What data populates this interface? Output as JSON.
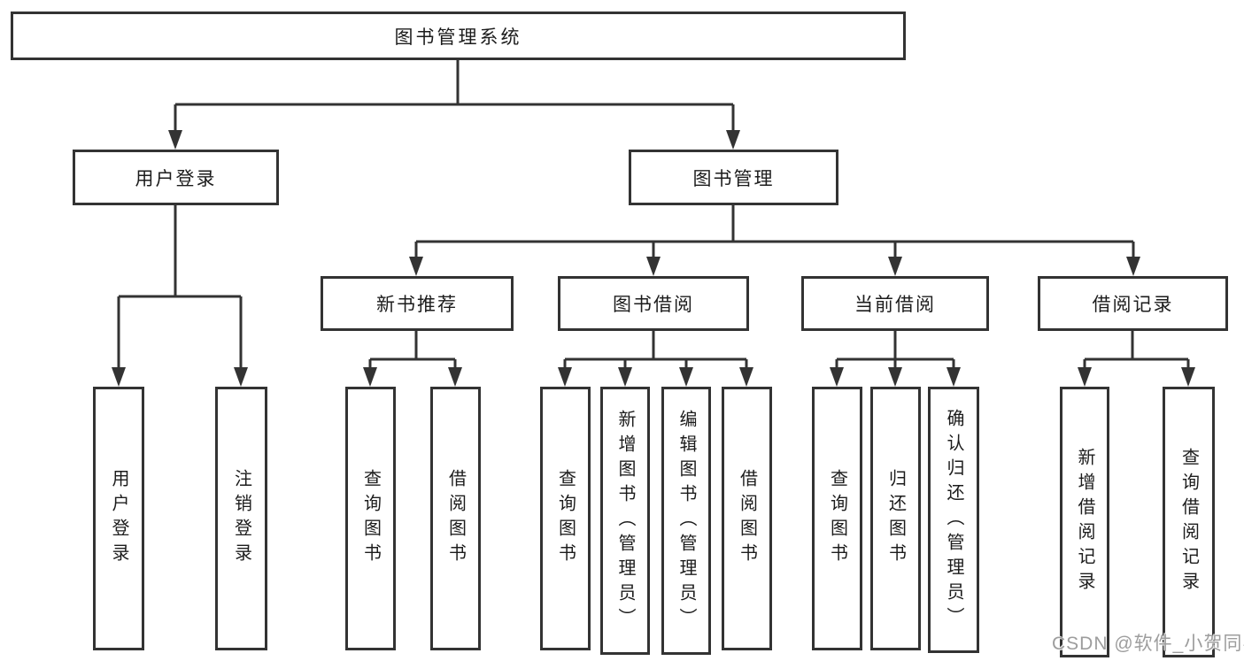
{
  "diagram": {
    "root": "图书管理系统",
    "branches": {
      "user_login": {
        "label": "用户登录",
        "children": [
          "用户登录",
          "注销登录"
        ]
      },
      "book_mgmt": {
        "label": "图书管理",
        "sections": {
          "new_rec": {
            "label": "新书推荐",
            "children": [
              "查询图书",
              "借阅图书"
            ]
          },
          "borrow": {
            "label": "图书借阅",
            "children": [
              "查询图书",
              "新增图书（管理员）",
              "编辑图书（管理员）",
              "借阅图书"
            ]
          },
          "current": {
            "label": "当前借阅",
            "children": [
              "查询图书",
              "归还图书",
              "确认归还（管理员）"
            ]
          },
          "records": {
            "label": "借阅记录",
            "children": [
              "新增借阅记录",
              "查询借阅记录"
            ]
          }
        }
      }
    }
  },
  "watermark": "CSDN @软件_小贺同学",
  "colors": {
    "line": "#333333",
    "text": "#1c1c1c",
    "watermark": "#9d9d9d",
    "background": "#ffffff"
  }
}
